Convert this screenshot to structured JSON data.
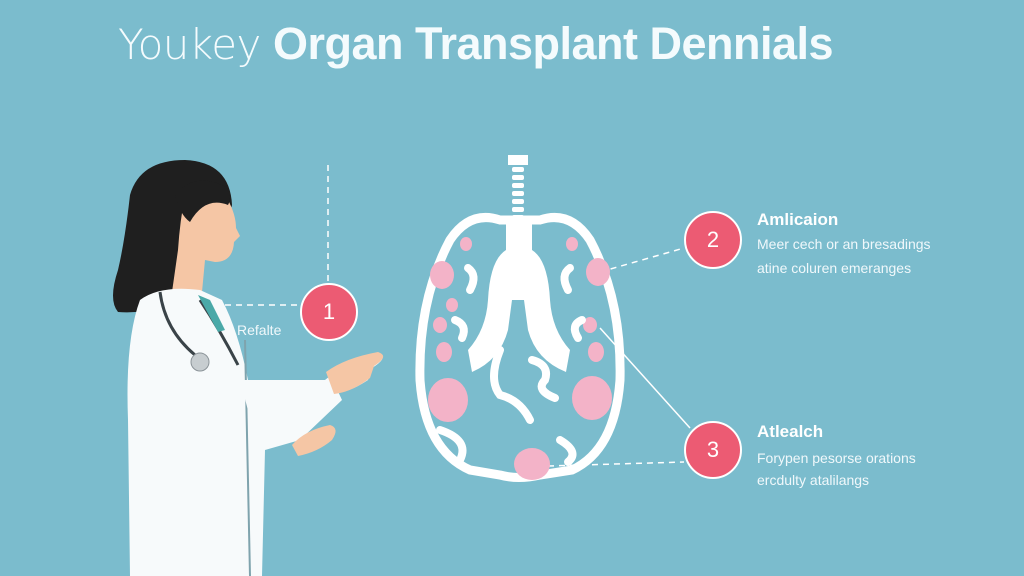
{
  "title": {
    "light": "Youkey",
    "bold": "Organ Transplant Dennials"
  },
  "colors": {
    "background": "#7bbccd",
    "badge": "#ec5b73",
    "organ_pink": "#f3b3c8",
    "organ_white": "#ffffff"
  },
  "callouts": [
    {
      "number": "1",
      "label": "Refalte"
    },
    {
      "number": "2",
      "title": "Amlicaion",
      "lines": [
        "Meer cech or an bresadings",
        "atine coluren emeranges"
      ]
    },
    {
      "number": "3",
      "title": "Atlealch",
      "lines": [
        "Forypen pesorse orations",
        "ercdulty atalilangs"
      ]
    }
  ],
  "icons": {
    "doctor": "doctor-illustration",
    "organ": "lungs-organ-illustration"
  }
}
